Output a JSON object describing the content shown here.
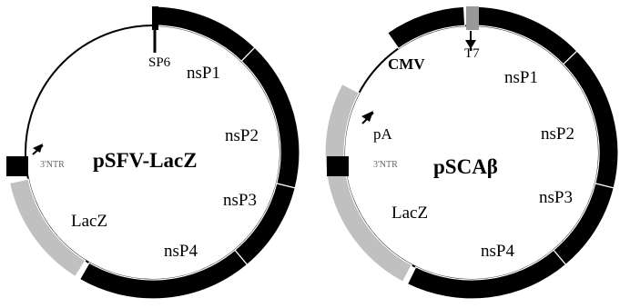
{
  "plasmids": [
    {
      "name": "pSFV-LacZ",
      "labels": {
        "promoter": "SP6",
        "nsP1": "nsP1",
        "nsP2": "nsP2",
        "nsP3": "nsP3",
        "nsP4": "nsP4",
        "ntr": "3'NTR",
        "lacz": "LacZ"
      }
    },
    {
      "name": "pSCAβ",
      "labels": {
        "cmv": "CMV",
        "t7": "T7",
        "nsP1": "nsP1",
        "nsP2": "nsP2",
        "nsP3": "nsP3",
        "nsP4": "nsP4",
        "pa": "pA",
        "ntr": "3'NTR",
        "lacz": "LacZ"
      }
    }
  ],
  "colors": {
    "nonstructural_genes": "#000000",
    "lacz_gene": "#c0c0c0",
    "backbone": "#000000",
    "t7_promoter": "#999999"
  }
}
